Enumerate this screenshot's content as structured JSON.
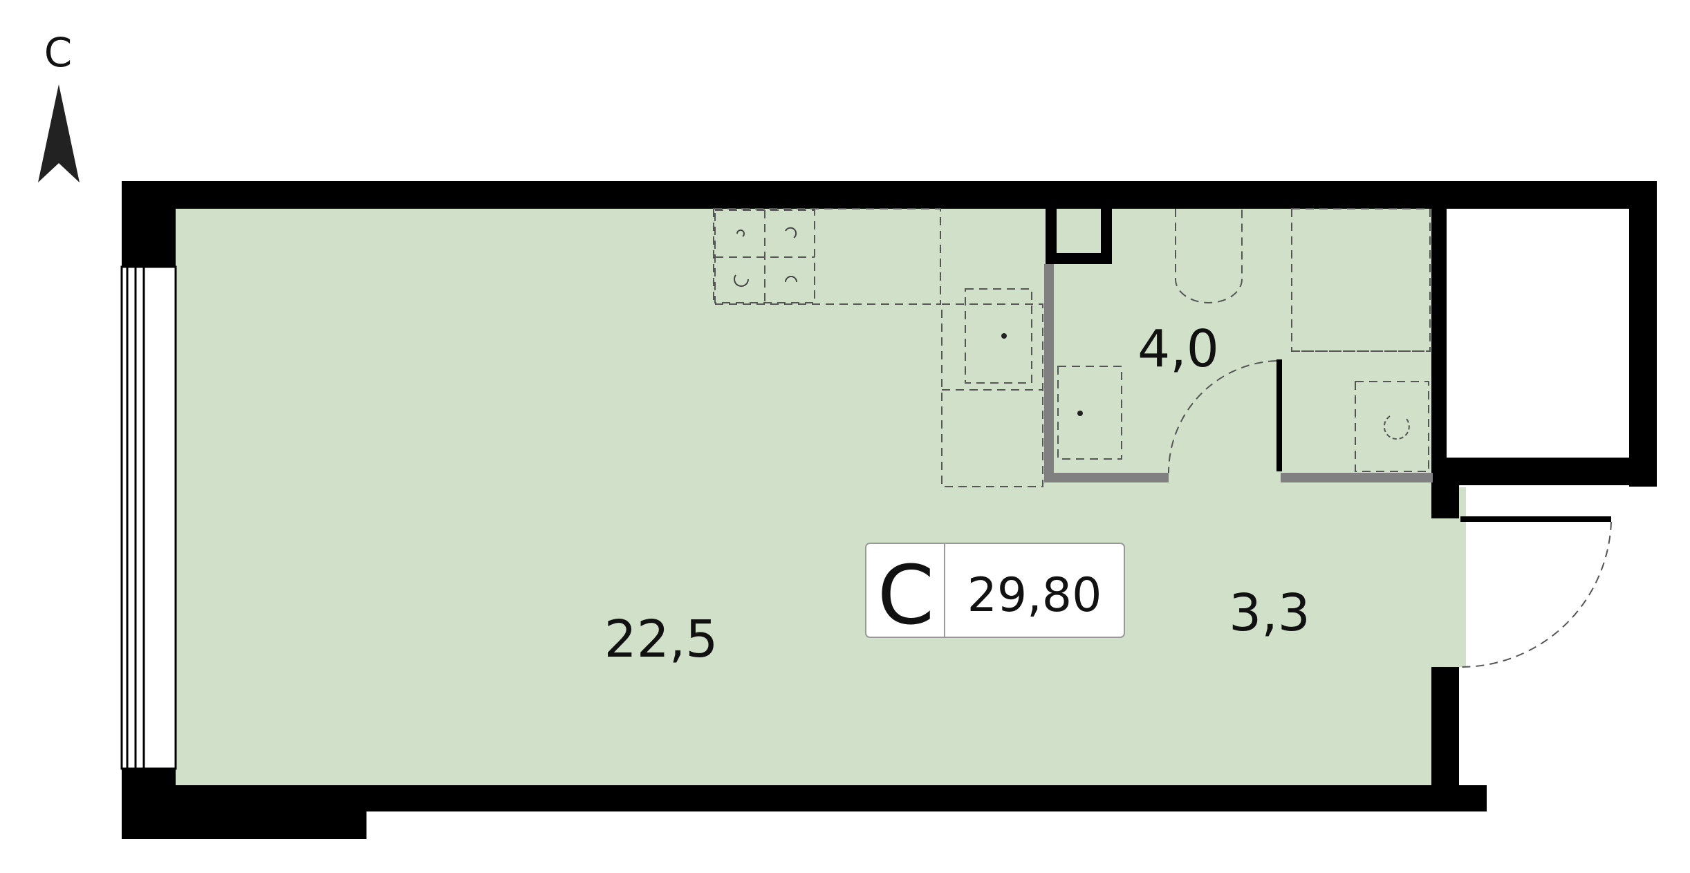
{
  "compass": {
    "label": "С",
    "icon": "north-arrow-icon"
  },
  "apartment": {
    "type_letter": "С",
    "total_area": "29,80"
  },
  "rooms": [
    {
      "id": "living",
      "area": "22,5"
    },
    {
      "id": "bathroom",
      "area": "4,0"
    },
    {
      "id": "hallway",
      "area": "3,3"
    }
  ],
  "colors": {
    "floor": "#d1e1c9",
    "wall": "#000000",
    "partition": "#808080",
    "fixture_line": "#555555",
    "badge_bg": "#ffffff"
  }
}
